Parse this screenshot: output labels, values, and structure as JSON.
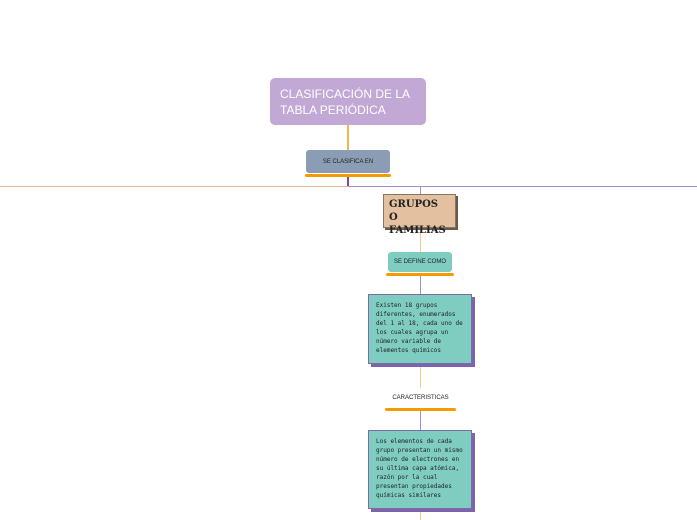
{
  "title": "CLASIFICACIÓN DE LA TABLA PERIÓDICA",
  "link1": "SE CLASIFICA EN",
  "branch": "GRUPOS O FAMILIAS",
  "link2": "SE DEFINE COMO",
  "definition": "Existen 18 grupos diferentes, enumerados del 1 al 18, cada uno de los cuales agrupa un número variable de elementos químicos",
  "link3": "CARACTERISTICAS",
  "characteristics": "Los elementos de cada grupo presentan un mismo número de electrones en su última capa atómica, razón por la cual presentan propiedades químicas similares",
  "colors": {
    "title": "#c2a8d4",
    "link": "#8b9db5",
    "branch": "#e2c0a0",
    "teal": "#7ecdc0",
    "accent": "#f59a00"
  }
}
